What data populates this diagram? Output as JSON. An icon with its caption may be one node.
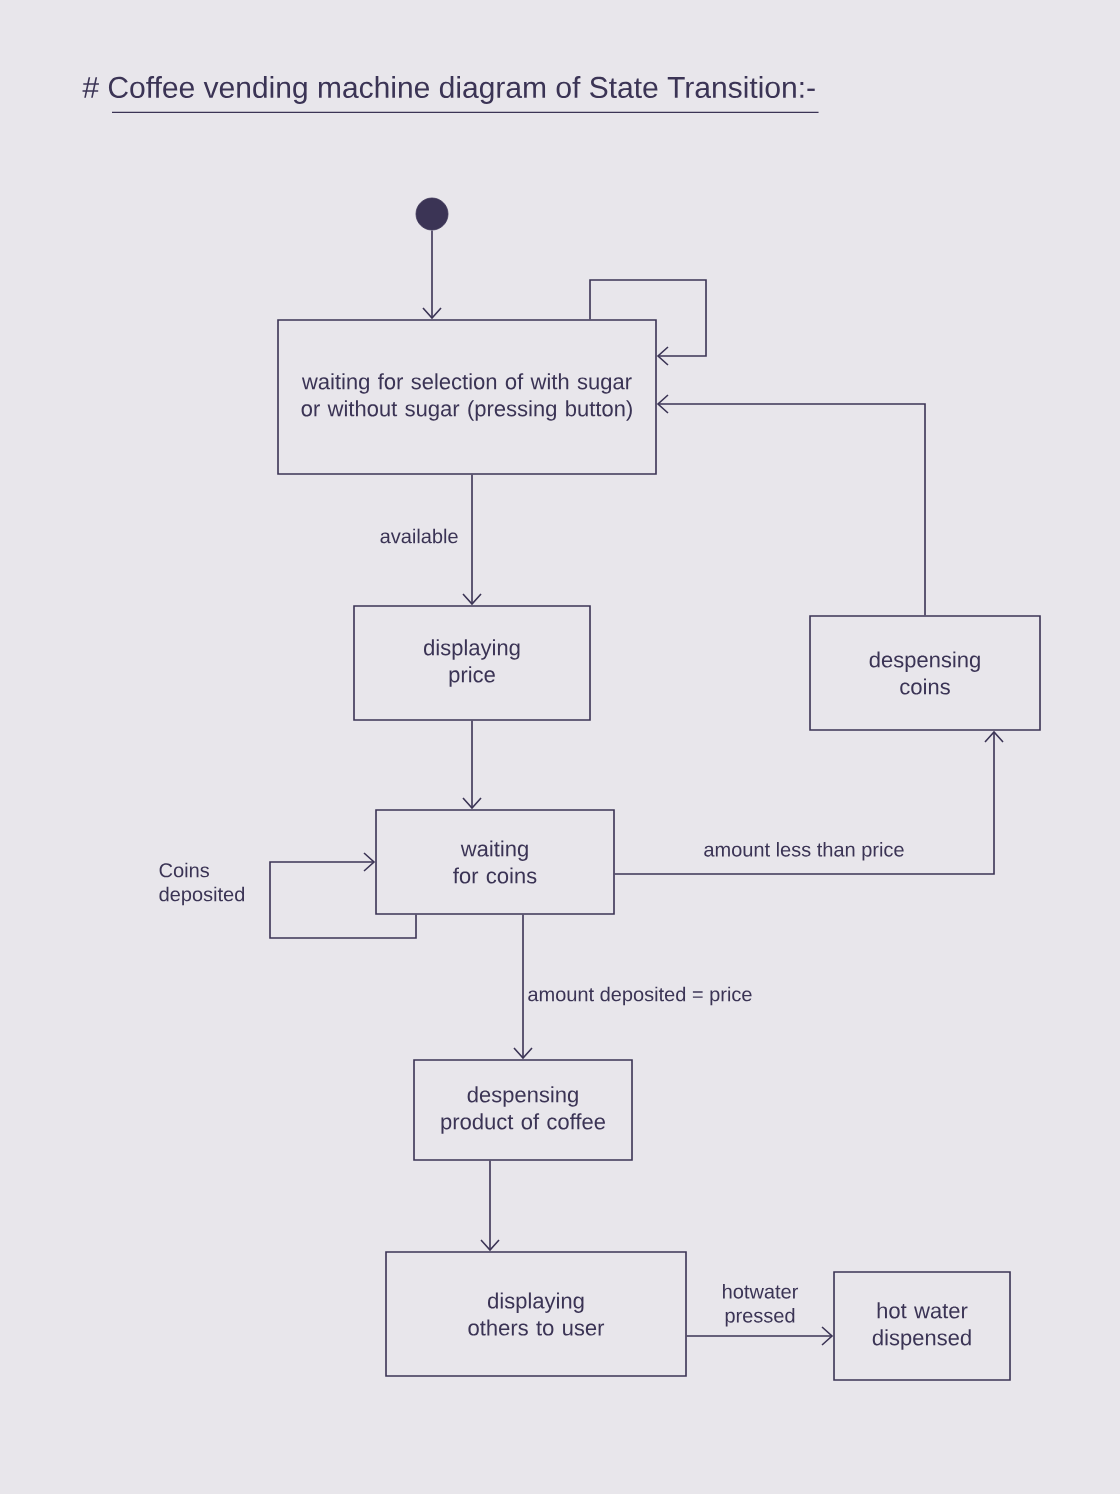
{
  "diagram": {
    "title": "# Coffee vending machine diagram of State Transition:-",
    "nodes": [
      {
        "text": [],
        "shape": "circle"
      },
      {
        "text": [
          "waiting for selection of with sugar or without sugar (pressing button)"
        ]
      },
      {
        "text": [
          "displaying price"
        ]
      },
      {
        "text": [
          "despensing coins"
        ]
      },
      {
        "text": [
          "waiting for coins"
        ]
      },
      {
        "text": [
          "despensing product of coffee"
        ]
      },
      {
        "text": [
          "displaying others to user"
        ]
      },
      {
        "text": [
          "hot water dispensed"
        ]
      }
    ],
    "edges": [
      {
        "from": 0,
        "to": 1,
        "arrow": "to"
      },
      {
        "from": 1,
        "to": 1,
        "arrow": "to"
      },
      {
        "from": 1,
        "to": 2,
        "arrow": "to",
        "label": "available"
      },
      {
        "from": 4,
        "to": 3,
        "arrow": "to",
        "label": "amount less than price"
      },
      {
        "from": 3,
        "to": 1,
        "arrow": "to"
      },
      {
        "from": 2,
        "to": 4,
        "arrow": "to"
      },
      {
        "from": 4,
        "to": 4,
        "arrow": "to",
        "label": "Coins deposited"
      },
      {
        "from": 4,
        "to": 5,
        "arrow": "to",
        "label": "amount deposited = price"
      },
      {
        "from": 5,
        "to": 6,
        "arrow": "to"
      },
      {
        "from": 6,
        "to": 7,
        "arrow": "to",
        "label": "hotwater pressed"
      }
    ]
  }
}
